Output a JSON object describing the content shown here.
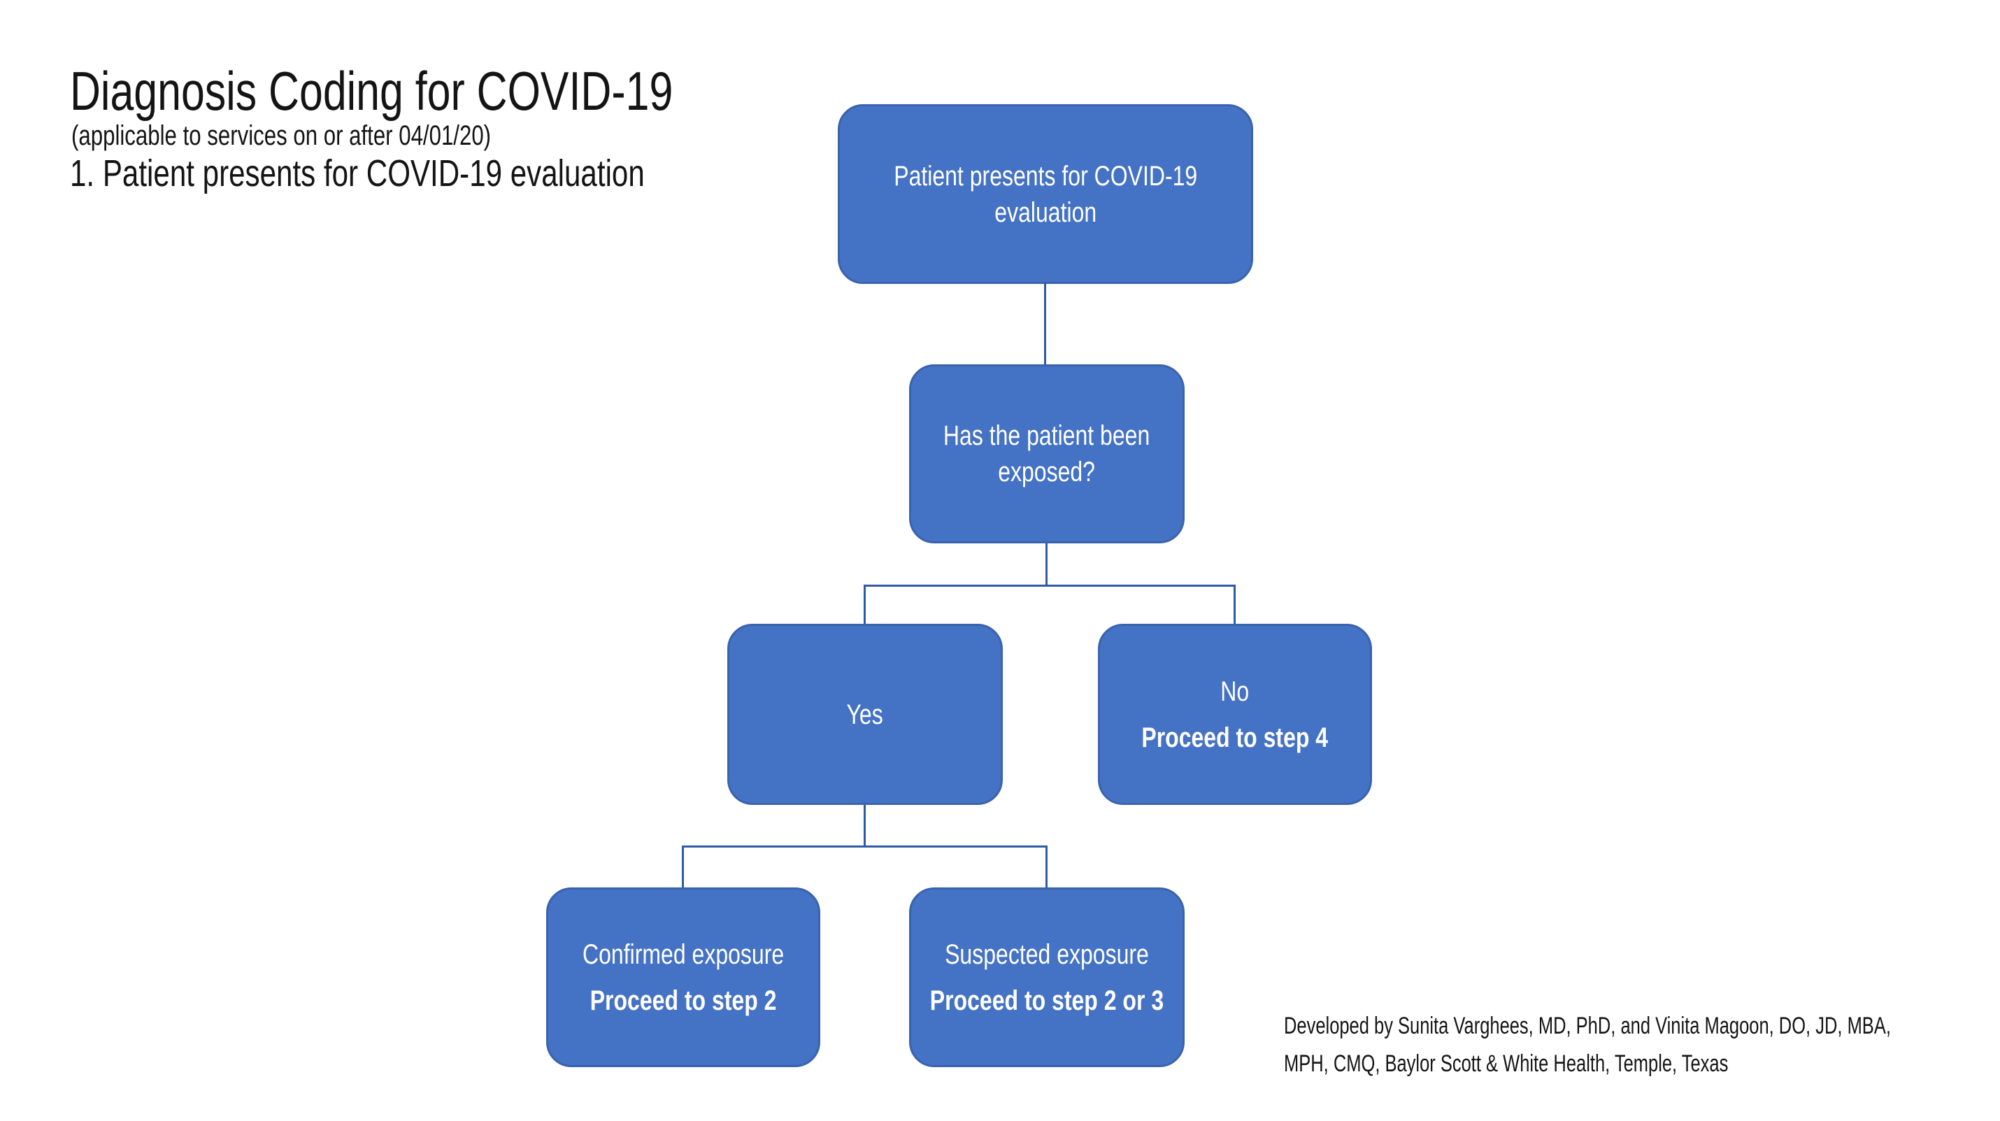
{
  "header": {
    "title": "Diagnosis Coding for COVID-19",
    "subtitle": "(applicable to services on or after 04/01/20)",
    "step_heading": "1. Patient presents for COVID-19 evaluation"
  },
  "flowchart": {
    "nodes": [
      {
        "id": "start",
        "lines": [
          "Patient presents for COVID-19",
          "evaluation"
        ]
      },
      {
        "id": "exposed",
        "lines": [
          "Has the patient been",
          "exposed?"
        ]
      },
      {
        "id": "yes",
        "lines": [
          "Yes"
        ]
      },
      {
        "id": "no",
        "lines": [
          "No"
        ],
        "action": "Proceed to step 4"
      },
      {
        "id": "confirmed",
        "lines": [
          "Confirmed exposure"
        ],
        "action": "Proceed to step 2"
      },
      {
        "id": "suspected",
        "lines": [
          "Suspected exposure"
        ],
        "action": "Proceed to step 2 or 3"
      }
    ]
  },
  "footer": {
    "credit_lines": [
      "Developed by Sunita Varghees, MD, PhD, and Vinita Magoon, DO, JD, MBA,",
      "MPH, CMQ, Baylor Scott & White Health, Temple, Texas"
    ]
  },
  "colors": {
    "node_fill": "#4472C4",
    "node_border": "#3A63AE",
    "connector": "#2F5AA6",
    "node_text": "#FFFFFF",
    "heading_text": "#141414"
  }
}
